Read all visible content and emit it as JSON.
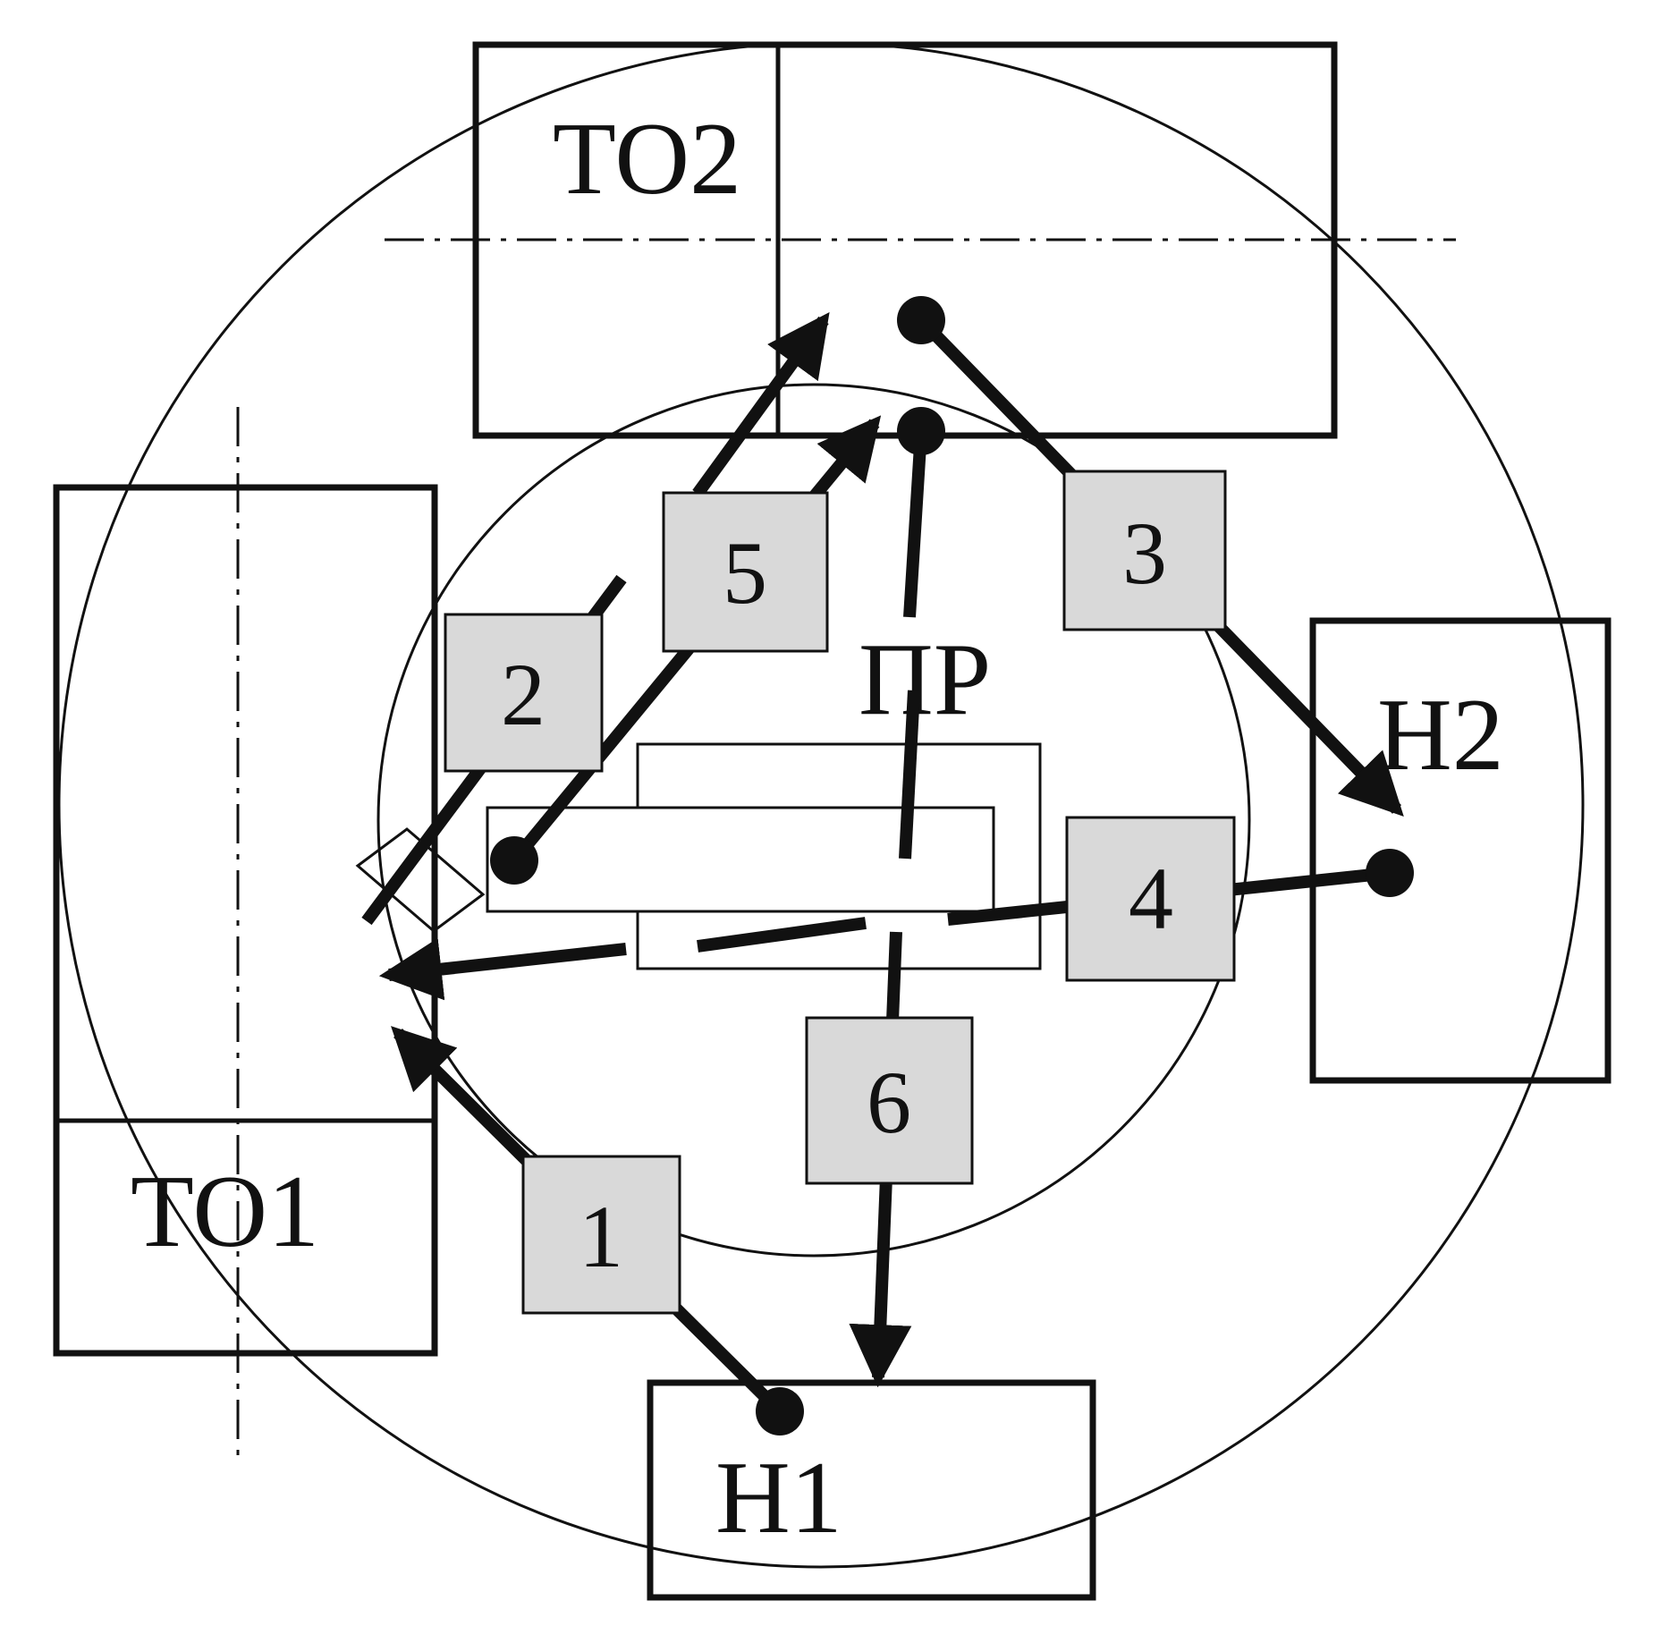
{
  "labels": {
    "to2": "ТО2",
    "to1": "ТО1",
    "n2": "Н2",
    "n1": "Н1",
    "pr": "ПР"
  },
  "steps": [
    "1",
    "2",
    "3",
    "4",
    "5",
    "6"
  ],
  "colors": {
    "line": "#111111",
    "step_box_fill": "#d9d9d9",
    "background": "#ffffff"
  }
}
